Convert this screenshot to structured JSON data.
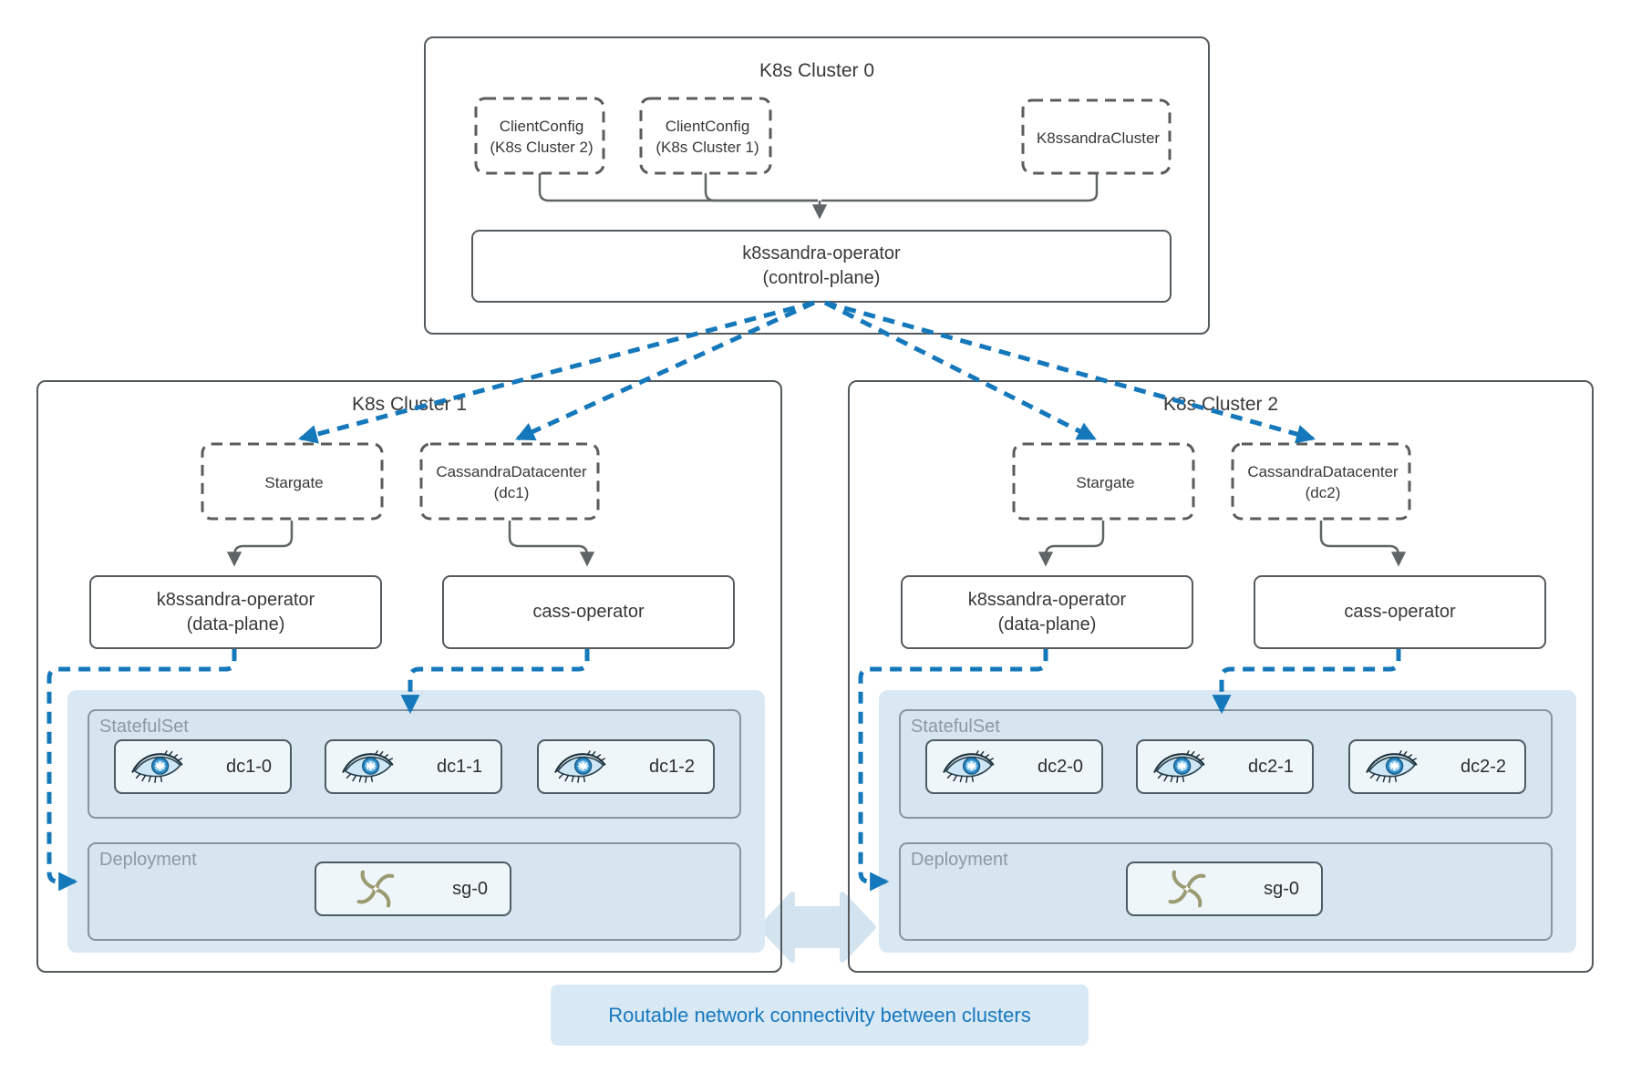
{
  "cluster0": {
    "title": "K8s Cluster 0",
    "clientconfig2": {
      "line1": "ClientConfig",
      "line2": "(K8s Cluster 2)"
    },
    "clientconfig1": {
      "line1": "ClientConfig",
      "line2": "(K8s Cluster 1)"
    },
    "k8ssandracluster": "K8ssandraCluster",
    "operator_line1": "k8ssandra-operator",
    "operator_line2": "(control-plane)"
  },
  "cluster1": {
    "title": "K8s Cluster 1",
    "stargate": "Stargate",
    "datacenter_line1": "CassandraDatacenter",
    "datacenter_line2": "(dc1)",
    "operator_line1": "k8ssandra-operator",
    "operator_line2": "(data-plane)",
    "cass_operator": "cass-operator",
    "statefulset_label": "StatefulSet",
    "deployment_label": "Deployment",
    "pods": [
      "dc1-0",
      "dc1-1",
      "dc1-2"
    ],
    "sg_pod": "sg-0"
  },
  "cluster2": {
    "title": "K8s Cluster 2",
    "stargate": "Stargate",
    "datacenter_line1": "CassandraDatacenter",
    "datacenter_line2": "(dc2)",
    "operator_line1": "k8ssandra-operator",
    "operator_line2": "(data-plane)",
    "cass_operator": "cass-operator",
    "statefulset_label": "StatefulSet",
    "deployment_label": "Deployment",
    "pods": [
      "dc2-0",
      "dc2-1",
      "dc2-2"
    ],
    "sg_pod": "sg-0"
  },
  "footer": {
    "label": "Routable network connectivity between clusters"
  },
  "icons": {
    "pod_icon": "cassandra-eye-icon",
    "sg_icon": "stargate-swirl-icon",
    "gap_icon": "double-headed-arrow"
  },
  "colors": {
    "accent-blue": "#1478bb",
    "line-gray": "#5f6466",
    "border-dark": "#545a5e",
    "dashed-gray": "#5b5b5b",
    "panel-blue": "#d9e8f3",
    "group-fill": "#d6e5ef",
    "group-border": "#87959f",
    "pod-fill": "#eff6fa",
    "pod-border": "#4c5a62",
    "arrow-light": "#d3e4f0",
    "label-bg": "#d8e9f5",
    "label-text": "#1878bd",
    "text-dark": "#383838",
    "muted": "#8c9aa4",
    "eye-blue": "#2e8ac5",
    "stargate-olive": "#9b9b72"
  }
}
